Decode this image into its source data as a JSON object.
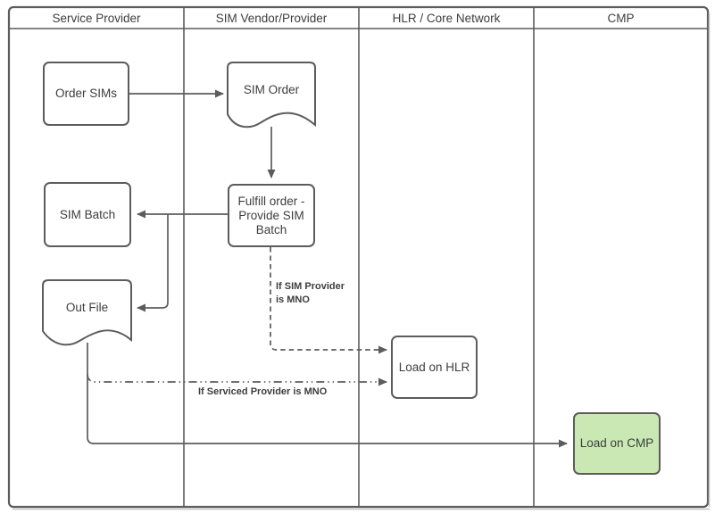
{
  "lanes": [
    {
      "label": "Service Provider"
    },
    {
      "label": "SIM Vendor/Provider"
    },
    {
      "label": "HLR / Core Network"
    },
    {
      "label": "CMP"
    }
  ],
  "nodes": {
    "order_sims": {
      "label": "Order SIMs",
      "shape": "rounded-rectangle"
    },
    "sim_order": {
      "label": "SIM Order",
      "shape": "document"
    },
    "fulfill_order": {
      "label": "Fulfill order - Provide SIM Batch",
      "shape": "rounded-rectangle"
    },
    "sim_batch": {
      "label": "SIM Batch",
      "shape": "rounded-rectangle"
    },
    "out_file": {
      "label": "Out File",
      "shape": "document"
    },
    "load_on_hlr": {
      "label": "Load on HLR",
      "shape": "rounded-rectangle"
    },
    "load_on_cmp": {
      "label": "Load on CMP",
      "shape": "rounded-rectangle"
    }
  },
  "edge_labels": {
    "sim_provider": "If SIM Provider is MNO",
    "serviced_provider": "If Serviced Provider is MNO"
  },
  "colors": {
    "line": "#5c5c5c",
    "text": "#3d3d3d",
    "node_fill": "#ffffff",
    "cmp_fill": "#c9e8b3",
    "canvas": "#ffffff"
  }
}
